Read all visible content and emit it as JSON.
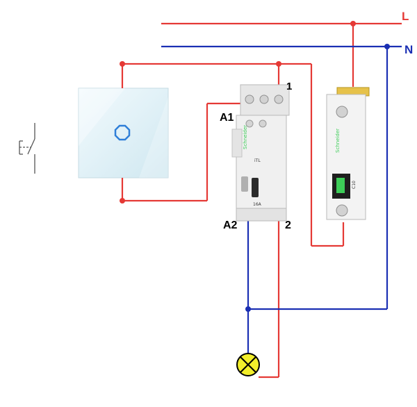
{
  "labels": {
    "line": "L",
    "neutral": "N",
    "relay_term_1": "1",
    "relay_term_a1": "A1",
    "relay_term_a2": "A2",
    "relay_term_2": "2"
  },
  "relay": {
    "brand": "Schneider",
    "rating": "16A",
    "model": "iTL"
  },
  "breaker": {
    "brand": "Schneider",
    "rating": "C10"
  },
  "colors": {
    "live_wire": "#e53935",
    "neutral_wire": "#1a2fb3",
    "node_live": "#e53935",
    "node_neutral": "#1a2fb3",
    "lamp": "#f2ee2b",
    "device_body": "#eeeeee",
    "touch_panel": "#e2f2f8",
    "schneider_green": "#3dcd58"
  },
  "icons": {
    "switch": "pushbutton-symbol-icon",
    "touch": "touch-ring-icon",
    "lamp": "lamp-symbol-icon"
  }
}
